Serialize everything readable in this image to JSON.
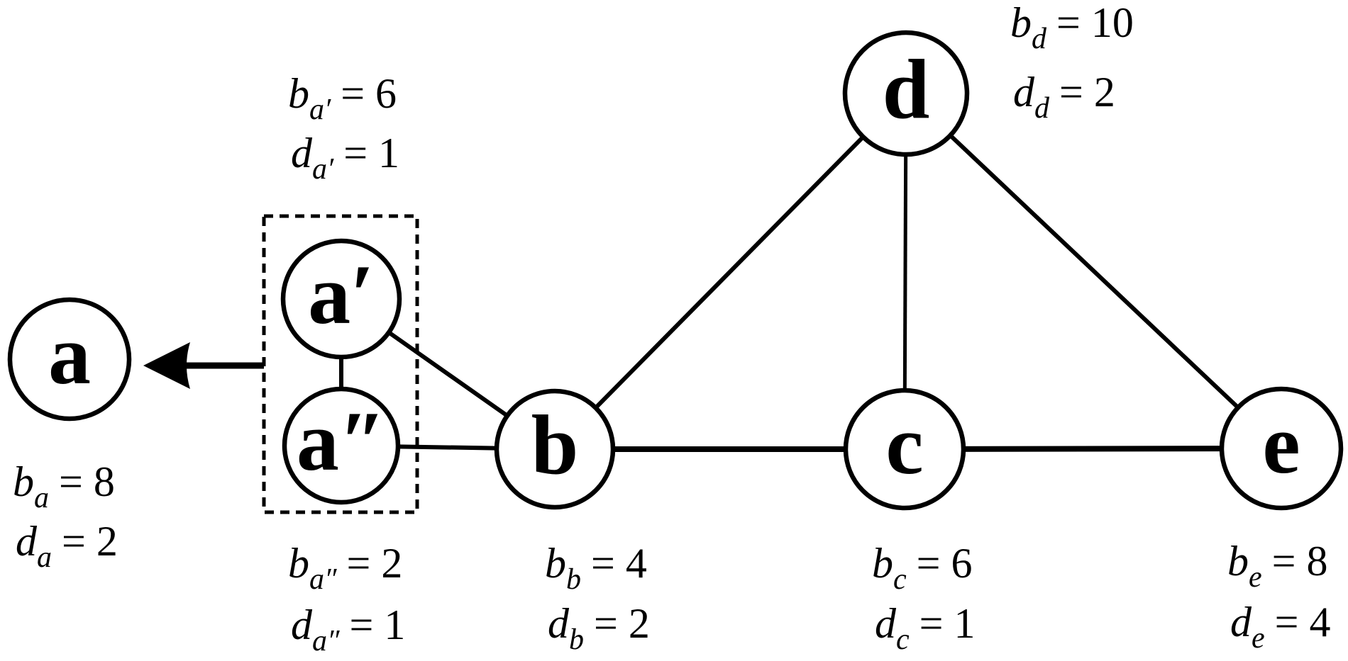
{
  "colors": {
    "ink": "#000000",
    "background": "#ffffff"
  },
  "nodes": {
    "a": "a",
    "aprime": "a′",
    "adblprime": "a″",
    "b": "b",
    "c": "c",
    "d": "d",
    "e": "e"
  },
  "edges": [
    "a′–a″",
    "a′–b",
    "a″–b",
    "b–c",
    "c–e",
    "b–d",
    "c–d",
    "d–e"
  ],
  "merge": {
    "grouped": [
      "a′",
      "a″"
    ],
    "result": "a",
    "arrow_direction": "left"
  },
  "annotations": {
    "a": [
      {
        "base": "b",
        "sub": "a",
        "value": "= 8"
      },
      {
        "base": "d",
        "sub": "a",
        "value": "= 2"
      }
    ],
    "aprime": [
      {
        "base": "b",
        "sub": "a′",
        "value": "= 6"
      },
      {
        "base": "d",
        "sub": "a′",
        "value": "= 1"
      }
    ],
    "adblprime": [
      {
        "base": "b",
        "sub": "a″",
        "value": "= 2"
      },
      {
        "base": "d",
        "sub": "a″",
        "value": "= 1"
      }
    ],
    "b": [
      {
        "base": "b",
        "sub": "b",
        "value": "= 4"
      },
      {
        "base": "d",
        "sub": "b",
        "value": "= 2"
      }
    ],
    "c": [
      {
        "base": "b",
        "sub": "c",
        "value": "= 6"
      },
      {
        "base": "d",
        "sub": "c",
        "value": "= 1"
      }
    ],
    "d": [
      {
        "base": "b",
        "sub": "d",
        "value": "= 10"
      },
      {
        "base": "d",
        "sub": "d",
        "value": "= 2"
      }
    ],
    "e": [
      {
        "base": "b",
        "sub": "e",
        "value": "= 8"
      },
      {
        "base": "d",
        "sub": "e",
        "value": "= 4"
      }
    ]
  }
}
